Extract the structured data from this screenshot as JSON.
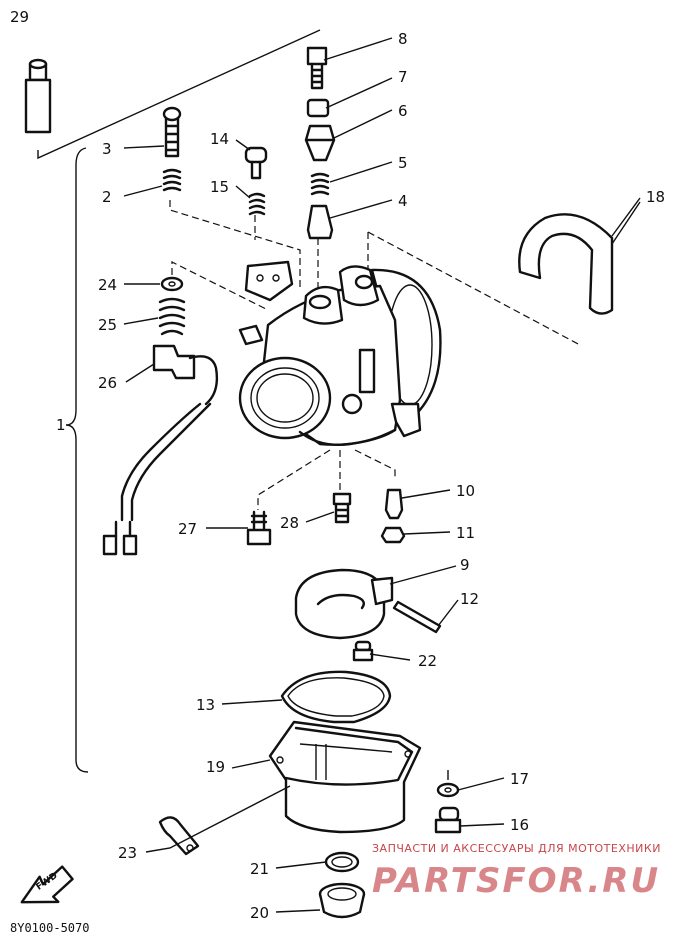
{
  "callouts": [
    "29",
    "8",
    "7",
    "6",
    "3",
    "14",
    "2",
    "15",
    "5",
    "4",
    "18",
    "24",
    "25",
    "26",
    "1",
    "10",
    "27",
    "28",
    "11",
    "9",
    "12",
    "22",
    "13",
    "19",
    "17",
    "23",
    "16",
    "21",
    "20"
  ],
  "drawing_code": "8Y0100-5070",
  "fwd_label": "FWD",
  "watermark": {
    "tagline": "ЗАПЧАСТИ И АКСЕССУАРЫ ДЛЯ МОТОТЕХНИКИ",
    "brand": "PARTSFOR.RU"
  }
}
